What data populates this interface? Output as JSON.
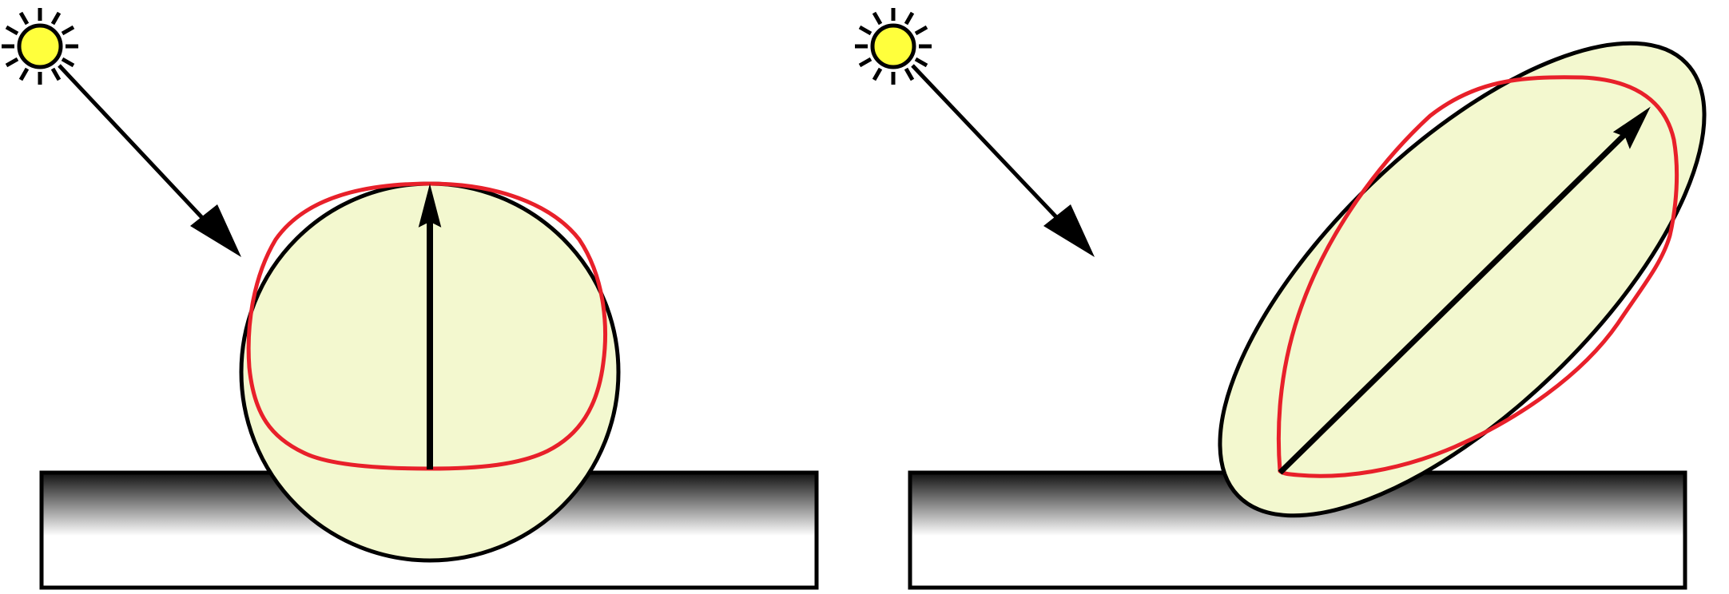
{
  "colors": {
    "background": "#ffffff",
    "outline": "#000000",
    "sun_fill": "#ffff3c",
    "lobe_fill": "#f3f8cf",
    "sampled_curve": "#e8202a",
    "surface_gradient_top": "#101010",
    "surface_gradient_bottom": "#ffffff"
  },
  "panels": [
    {
      "name": "diffuse-panel",
      "icons": [
        "sun-icon"
      ],
      "lobe_shape": "sphere"
    },
    {
      "name": "specular-panel",
      "icons": [
        "sun-icon"
      ],
      "lobe_shape": "ellipsoid"
    }
  ]
}
